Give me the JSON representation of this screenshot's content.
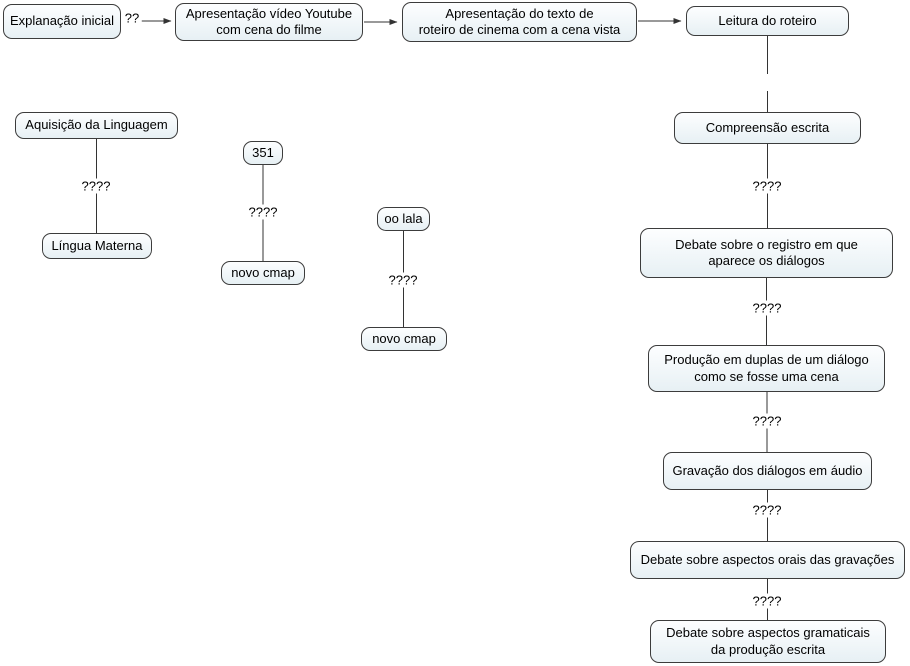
{
  "diagram": {
    "colors": {
      "background": "#ffffff",
      "node_border": "#3c3c3c",
      "node_fill_top": "#fdfeff",
      "node_fill_bottom": "#e7f0f4",
      "line": "#333333",
      "text": "#000000"
    },
    "nodes": [
      {
        "id": "explanacao-inicial",
        "label": "Explanação inicial"
      },
      {
        "id": "apresentacao-video",
        "label": "Apresentação vídeo Youtube\ncom cena do filme"
      },
      {
        "id": "apresentacao-texto",
        "label": "Apresentação do texto de\nroteiro de cinema com a cena vista"
      },
      {
        "id": "leitura-roteiro",
        "label": "Leitura do roteiro"
      },
      {
        "id": "aquisicao-linguagem",
        "label": "Aquisição da Linguagem"
      },
      {
        "id": "lingua-materna",
        "label": "Língua Materna"
      },
      {
        "id": "351",
        "label": "351"
      },
      {
        "id": "novo-cmap-1",
        "label": "novo cmap"
      },
      {
        "id": "oo-lala",
        "label": "oo lala"
      },
      {
        "id": "novo-cmap-2",
        "label": "novo cmap"
      },
      {
        "id": "compreensao-escrita",
        "label": "Compreensão escrita"
      },
      {
        "id": "debate-registro",
        "label": "Debate sobre o registro em que\naparece os diálogos"
      },
      {
        "id": "producao-duplas",
        "label": "Produção em duplas de um diálogo\ncomo se fosse uma cena"
      },
      {
        "id": "gravacao-dialogos",
        "label": "Gravação dos diálogos em áudio"
      },
      {
        "id": "debate-orais",
        "label": "Debate sobre aspectos orais das gravações"
      },
      {
        "id": "debate-gramaticais",
        "label": "Debate sobre aspectos gramaticais\nda produção escrita"
      }
    ],
    "link_labels": [
      {
        "text": "??"
      },
      {
        "text": "????"
      },
      {
        "text": "????"
      },
      {
        "text": "????"
      },
      {
        "text": "????"
      },
      {
        "text": "????"
      },
      {
        "text": "????"
      },
      {
        "text": "????"
      },
      {
        "text": "????"
      }
    ],
    "links": [
      {
        "from": "explanacao-inicial",
        "to": "apresentacao-video",
        "label": "??",
        "arrow": true
      },
      {
        "from": "apresentacao-video",
        "to": "apresentacao-texto",
        "label": "",
        "arrow": true
      },
      {
        "from": "apresentacao-texto",
        "to": "leitura-roteiro",
        "label": "",
        "arrow": true
      },
      {
        "from": "leitura-roteiro",
        "to": "compreensao-escrita",
        "label": "",
        "arrow": false
      },
      {
        "from": "aquisicao-linguagem",
        "to": "lingua-materna",
        "label": "????",
        "arrow": false
      },
      {
        "from": "351",
        "to": "novo-cmap-1",
        "label": "????",
        "arrow": false
      },
      {
        "from": "oo-lala",
        "to": "novo-cmap-2",
        "label": "????",
        "arrow": false
      },
      {
        "from": "compreensao-escrita",
        "to": "debate-registro",
        "label": "????",
        "arrow": false
      },
      {
        "from": "debate-registro",
        "to": "producao-duplas",
        "label": "????",
        "arrow": false
      },
      {
        "from": "producao-duplas",
        "to": "gravacao-dialogos",
        "label": "????",
        "arrow": false
      },
      {
        "from": "gravacao-dialogos",
        "to": "debate-orais",
        "label": "????",
        "arrow": false
      },
      {
        "from": "debate-orais",
        "to": "debate-gramaticais",
        "label": "????",
        "arrow": false
      }
    ]
  }
}
